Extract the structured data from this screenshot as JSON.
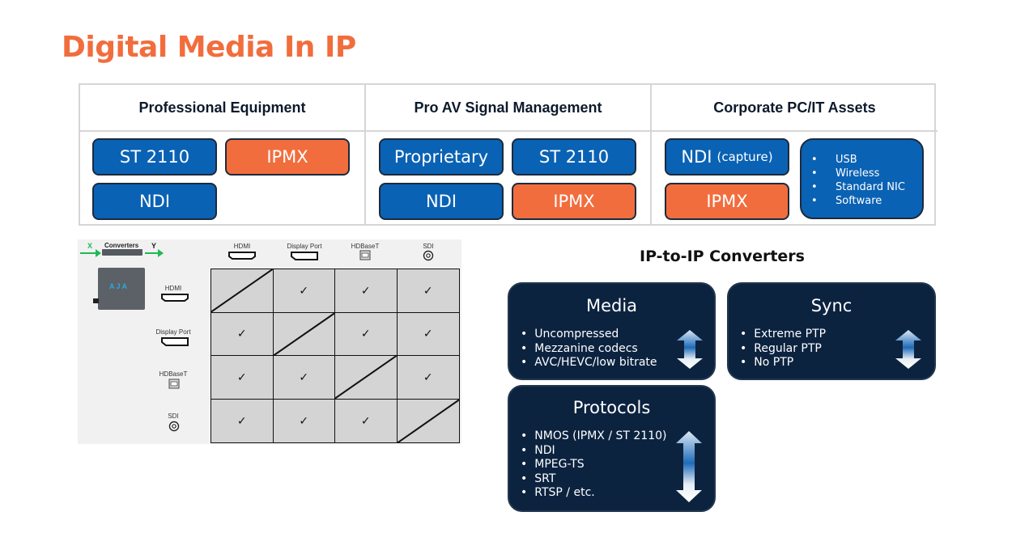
{
  "title": "Digital Media In IP",
  "colors": {
    "accent_orange": "#f26d3d",
    "chip_blue": "#0a62b4",
    "panel_navy": "#0c2340",
    "arrow_green": "#1db954"
  },
  "categories": [
    {
      "header": "Professional Equipment",
      "chips": [
        {
          "label": "ST 2110",
          "color": "blue"
        },
        {
          "label": "IPMX",
          "color": "orange"
        },
        {
          "label": "NDI",
          "color": "blue"
        }
      ]
    },
    {
      "header": "Pro AV Signal Management",
      "chips": [
        {
          "label": "Proprietary",
          "color": "blue"
        },
        {
          "label": "ST 2110",
          "color": "blue"
        },
        {
          "label": "NDI",
          "color": "blue"
        },
        {
          "label": "IPMX",
          "color": "orange"
        }
      ]
    },
    {
      "header": "Corporate PC/IT Assets",
      "chips": [
        {
          "label": "NDI",
          "sublabel": "(capture)",
          "color": "blue"
        },
        {
          "label": "IPMX",
          "color": "orange"
        }
      ],
      "list": [
        "USB",
        "Wireless",
        "Standard NIC",
        "Software"
      ]
    }
  ],
  "converter_matrix": {
    "x_label": "X",
    "y_label": "Y",
    "converters_label": "Converters",
    "device_brand": "AJA",
    "columns": [
      "HDMI",
      "Display Port",
      "HDBaseT",
      "SDI"
    ],
    "rows": [
      "HDMI",
      "Display Port",
      "HDBaseT",
      "SDI"
    ],
    "check": "✓",
    "cells": [
      [
        "diag",
        "✓",
        "✓",
        "✓"
      ],
      [
        "✓",
        "diag",
        "✓",
        "✓"
      ],
      [
        "✓",
        "✓",
        "diag",
        "✓"
      ],
      [
        "✓",
        "✓",
        "✓",
        "diag"
      ]
    ]
  },
  "ip_to_ip": {
    "title": "IP-to-IP Converters",
    "panels": [
      {
        "title": "Media",
        "items": [
          "Uncompressed",
          "Mezzanine codecs",
          "AVC/HEVC/low bitrate"
        ]
      },
      {
        "title": "Sync",
        "items": [
          "Extreme PTP",
          "Regular PTP",
          "No PTP"
        ]
      },
      {
        "title": "Protocols",
        "items": [
          "NMOS (IPMX / ST 2110)",
          "NDI",
          "MPEG-TS",
          "SRT",
          "RTSP / etc."
        ]
      }
    ]
  }
}
